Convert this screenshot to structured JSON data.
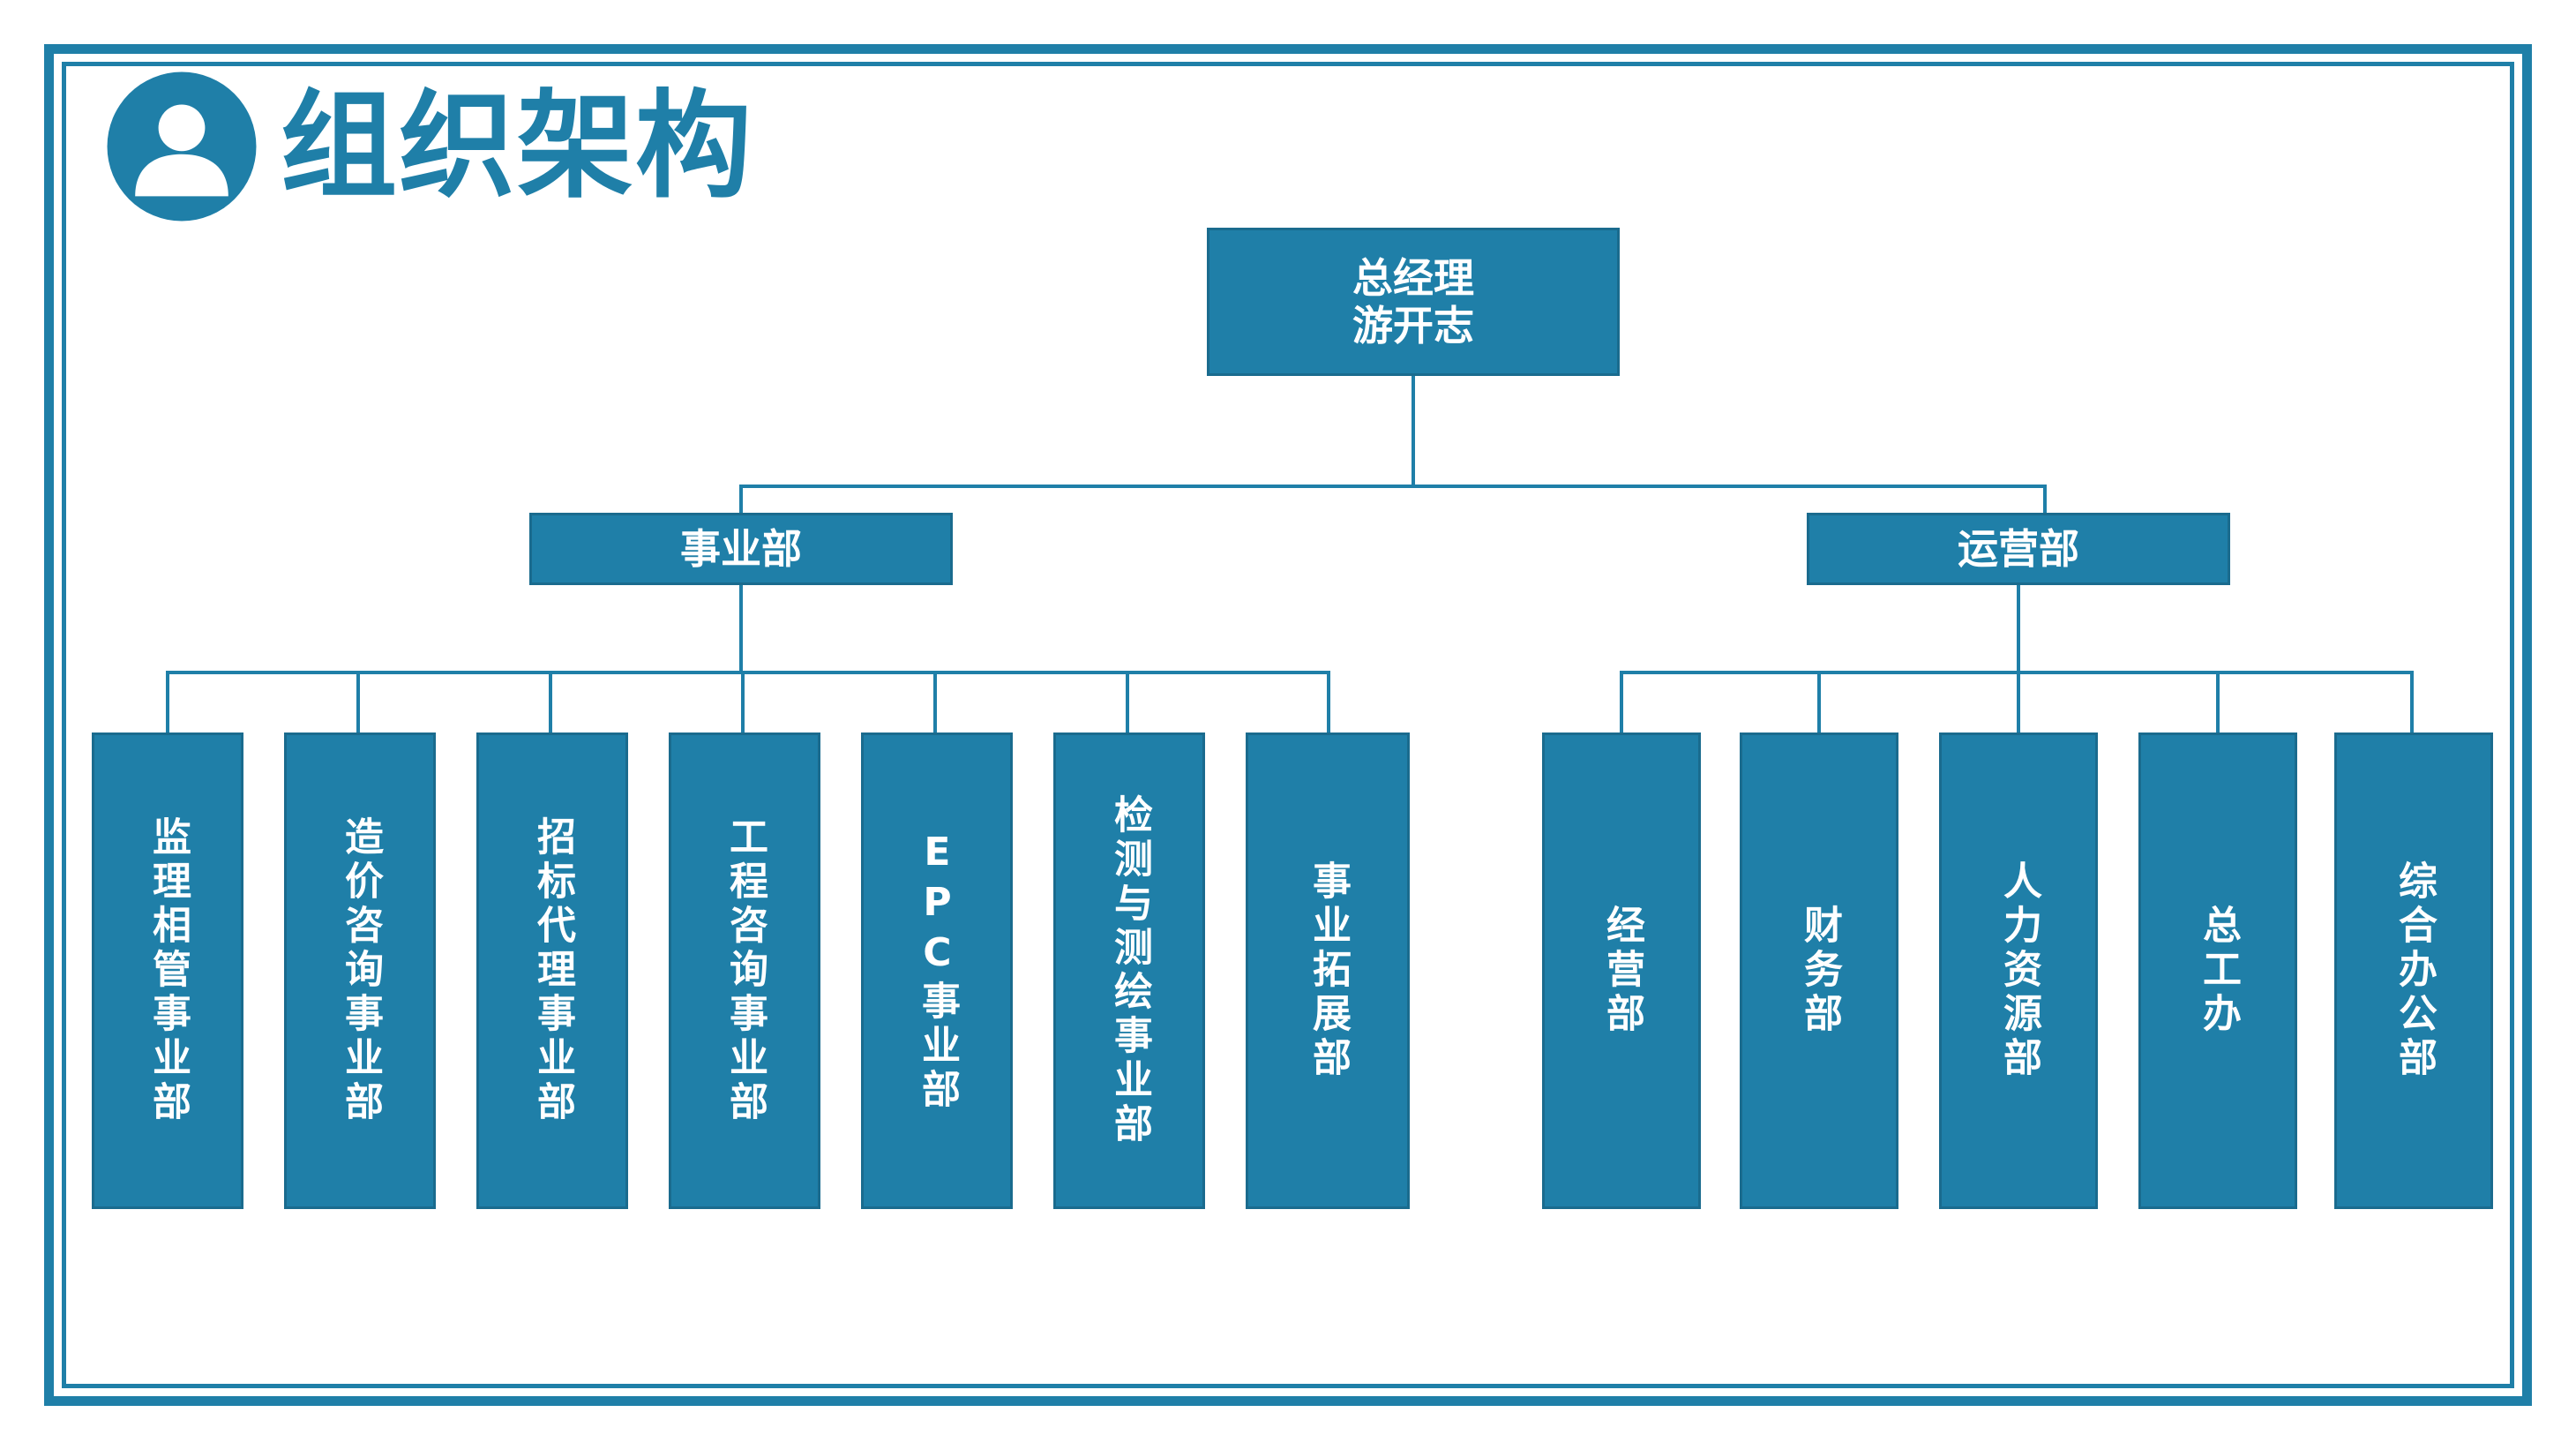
{
  "page": {
    "title": "组织架构",
    "icon": "person-avatar-icon",
    "accent_color": "#1F7FA8",
    "box_border_color": "#1A6B8E",
    "text_color": "#FFFFFF",
    "background_color": "#FFFFFF"
  },
  "chart_data": {
    "type": "diagram",
    "diagram_type": "org-chart",
    "title": "组织架构",
    "orientation": "top-down",
    "root": {
      "id": "root",
      "label": "总经理\n游开志",
      "title_line": "总经理",
      "name_line": "游开志"
    },
    "divisions": [
      {
        "id": "business-division",
        "label": "事业部",
        "children": [
          {
            "id": "supervision",
            "label": "监理相管事业部"
          },
          {
            "id": "cost-consulting",
            "label": "造价咨询事业部"
          },
          {
            "id": "tender-agency",
            "label": "招标代理事业部"
          },
          {
            "id": "engineering-consulting",
            "label": "工程咨询事业部"
          },
          {
            "id": "epc",
            "label": "EPC事业部"
          },
          {
            "id": "testing-surveying",
            "label": "检测与测绘事业部"
          },
          {
            "id": "business-development",
            "label": "事业拓展部"
          }
        ]
      },
      {
        "id": "operations-division",
        "label": "运营部",
        "children": [
          {
            "id": "management",
            "label": "经营部"
          },
          {
            "id": "finance",
            "label": "财务部"
          },
          {
            "id": "human-resources",
            "label": "人力资源部"
          },
          {
            "id": "chief-engineer-office",
            "label": "总工办"
          },
          {
            "id": "general-office",
            "label": "综合办公部"
          }
        ]
      }
    ],
    "counts": {
      "levels": 3,
      "divisions": 2,
      "business_division_units": 7,
      "operations_division_units": 5,
      "total_leaf_nodes": 12
    }
  }
}
